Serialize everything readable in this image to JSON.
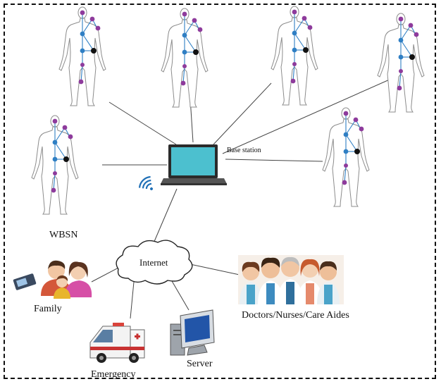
{
  "labels": {
    "base_station": "Base station",
    "wbsn": "WBSN",
    "internet": "Internet",
    "family": "Family",
    "emergency": "Emergency",
    "server": "Server",
    "doctors": "Doctors/Nurses/Care Aides"
  },
  "colors": {
    "node_blue": "#2f7fc4",
    "sensor_purple": "#8e3b9c",
    "sink_black": "#111111",
    "link_lines": "#444444",
    "body_outline": "#8c8c8c",
    "laptop_screen": "#4cc0cf"
  },
  "icons": {
    "laptop": "laptop-icon",
    "wifi": "wifi-icon",
    "cloud": "cloud-icon",
    "family": "family-icon",
    "ambulance": "ambulance-icon",
    "server": "server-computer-icon",
    "medical_staff": "medical-staff-icon",
    "body": "human-body-sensor-icon"
  }
}
